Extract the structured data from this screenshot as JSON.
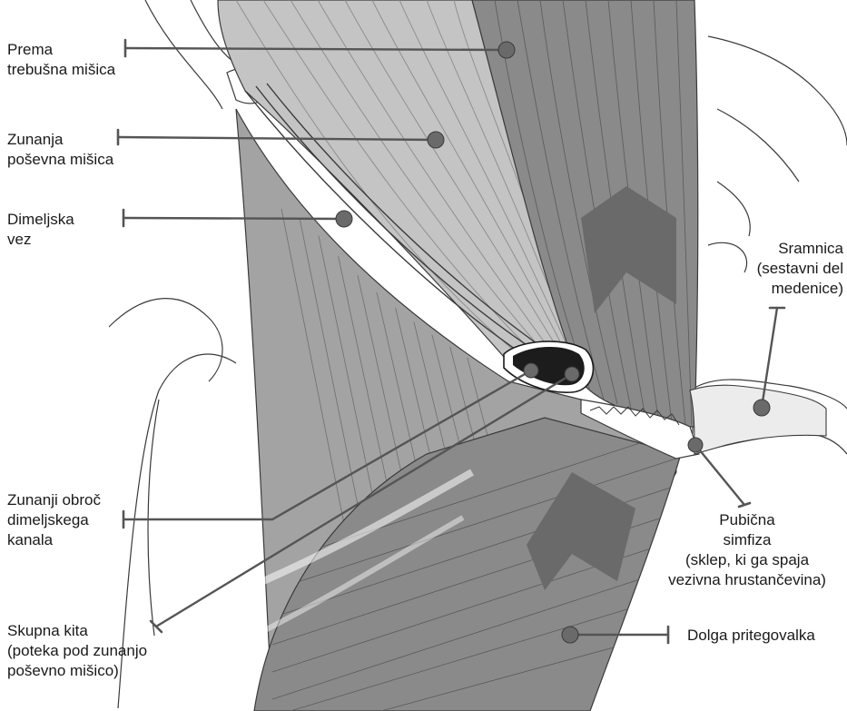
{
  "labels": {
    "rectus": "Prema\ntrebušna mišica",
    "external_oblique": "Zunanja\npoševna mišica",
    "inguinal_ligament": "Dimeljska\nvez",
    "pubis": "Sramnica\n(sestavni del\nmedenice)",
    "superficial_ring": "Zunanji obroč\ndimeljskega\nkanala",
    "symphysis": "Pubična\nsimfiza\n(sklep, ki ga spaja\nvezivna hrustančevina)",
    "conjoint_tendon": "Skupna kita\n(poteka pod zunanjo\npoševno mišico)",
    "adductor_longus": "Dolga pritegovalka"
  },
  "colors": {
    "muscle_dark": "#8a8a8a",
    "muscle_mid": "#a3a3a3",
    "muscle_light": "#c4c4c4",
    "fiber": "#6e6e6e",
    "outline": "#3a3a3a",
    "pointer": "#555555",
    "dot": "#6a6a6a",
    "ring": "#1c1c1c",
    "fill_patch": "#6a6a6a"
  }
}
